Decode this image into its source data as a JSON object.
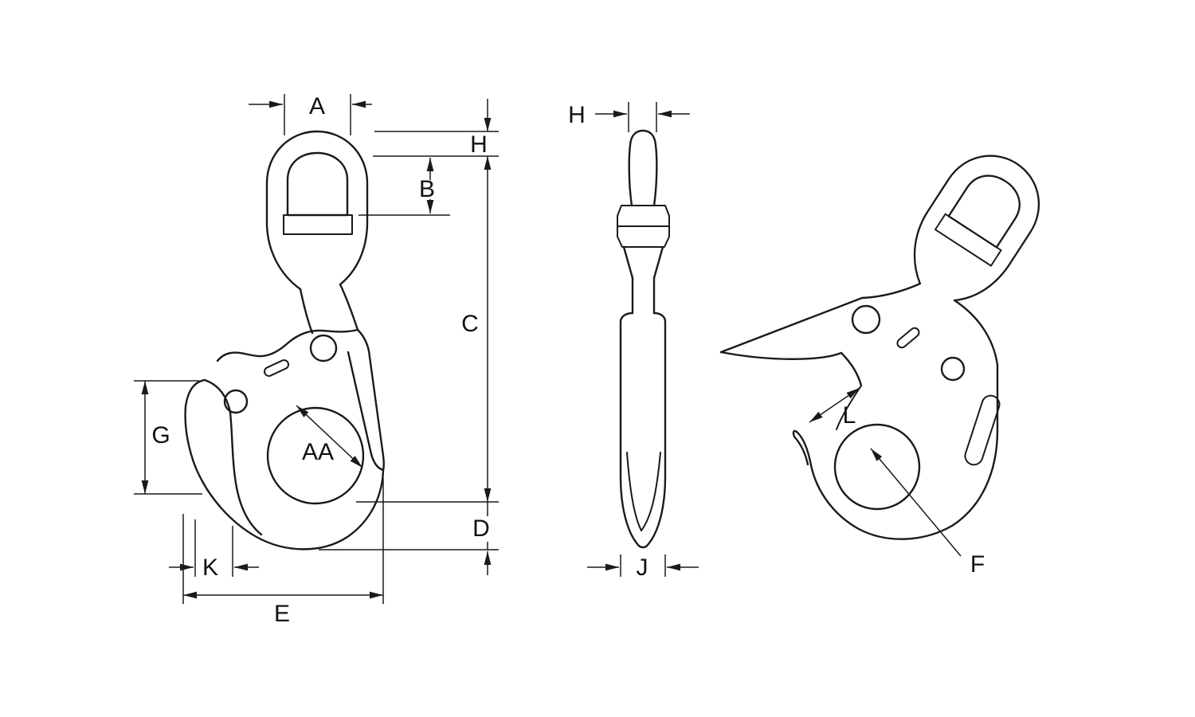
{
  "drawing": {
    "type": "technical-dimension-diagram",
    "subject": "swivel-eye-hook-with-latch",
    "views": [
      "front",
      "side",
      "perspective"
    ]
  },
  "labels": {
    "A": "A",
    "H_front": "H",
    "B": "B",
    "C": "C",
    "G": "G",
    "AA": "AA",
    "D": "D",
    "K": "K",
    "E": "E",
    "H_side": "H",
    "J": "J",
    "L": "L",
    "F": "F"
  },
  "colors": {
    "line": "#1a1a1a",
    "background": "#ffffff"
  }
}
